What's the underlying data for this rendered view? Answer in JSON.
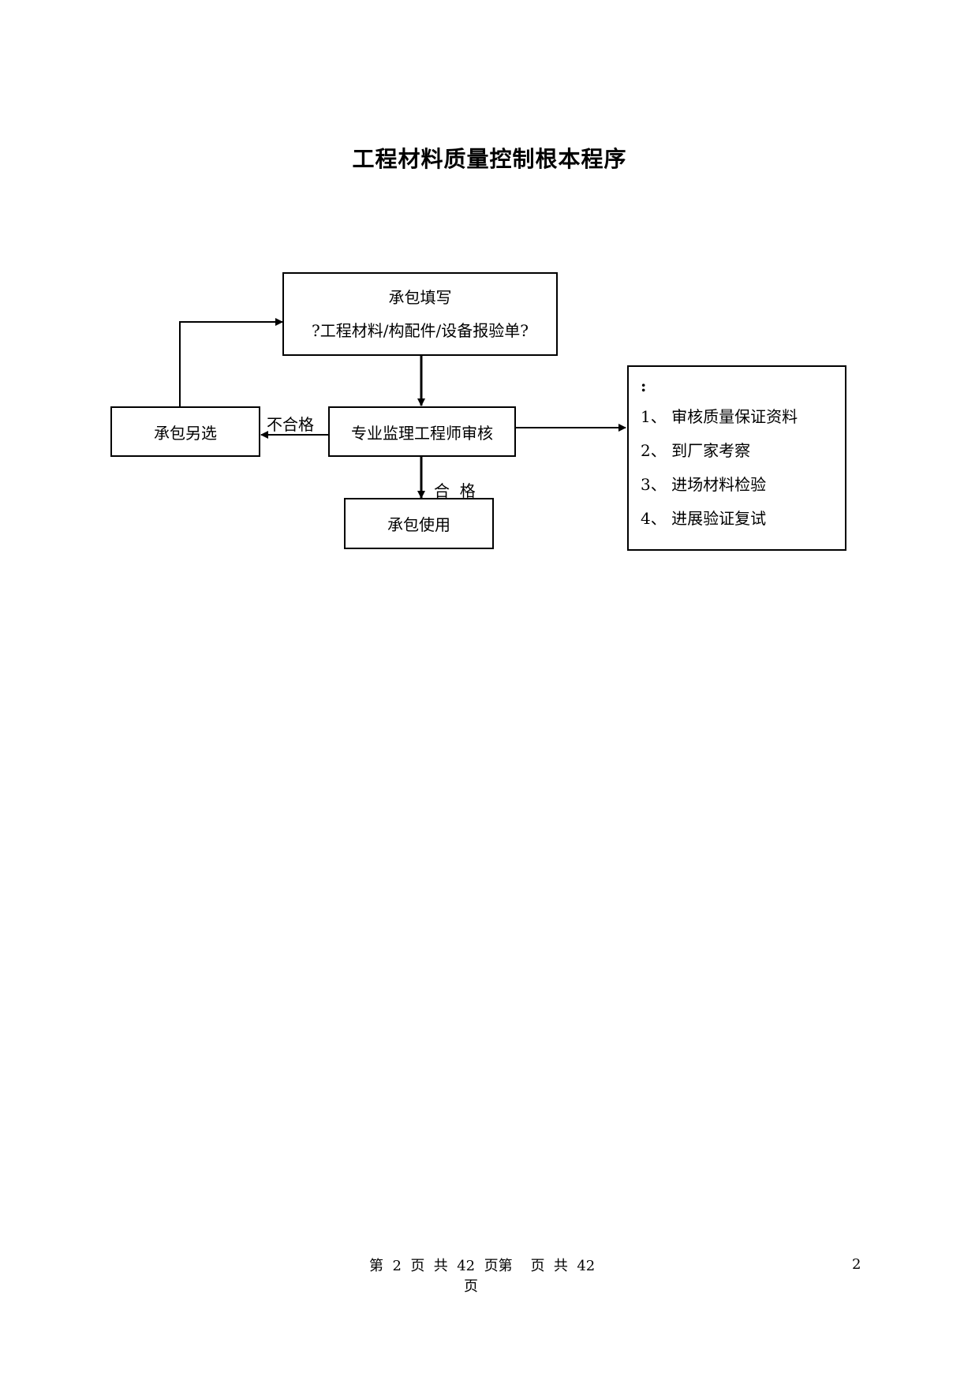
{
  "title": "工程材料质量控制根本程序",
  "flow": {
    "submit_box": {
      "line1": "承包填写",
      "line2": "?工程材料/构配件/设备报验单?"
    },
    "review_box": "专业监理工程师审核",
    "reject_box": "承包另选",
    "accept_box": "承包使用",
    "reject_label": "不合格",
    "accept_label": "合  格"
  },
  "review_checks": {
    "colon": ":",
    "items": [
      "1、 审核质量保证资料",
      "2、 到厂家考察",
      "3、 进场材料检验",
      "4、 进展验证复试"
    ]
  },
  "footer": {
    "page_line1": "第  2  页  共  42  页第    页  共  42",
    "page_line2": "页",
    "page_number": "2"
  }
}
